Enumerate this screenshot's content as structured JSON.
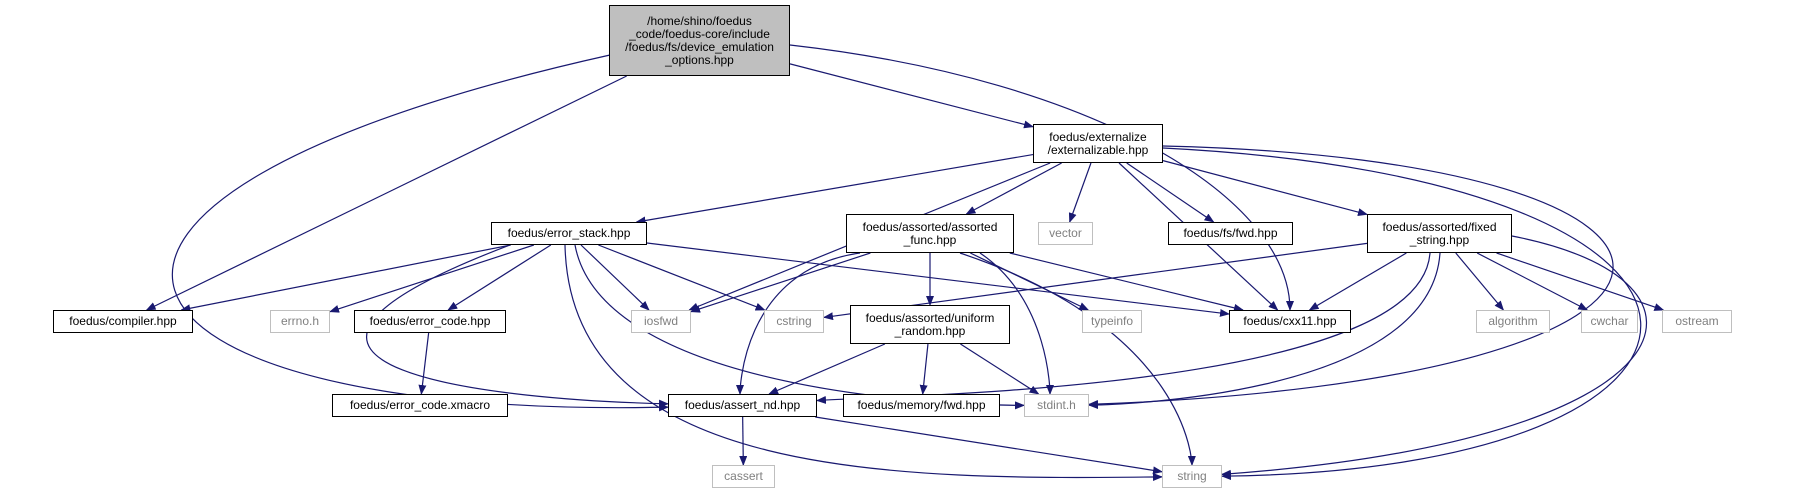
{
  "colors": {
    "edge": "#191970",
    "root_fill": "#bfbfbf",
    "system_border": "#bfbfbf",
    "system_text": "#808080"
  },
  "nodes": [
    {
      "id": "root",
      "kind": "root",
      "text": "/home/shino/foedus\n_code/foedus-core/include\n/foedus/fs/device_emulation\n_options.hpp"
    },
    {
      "id": "externalizable",
      "kind": "file",
      "text": "foedus/externalize\n/externalizable.hpp"
    },
    {
      "id": "error_stack",
      "kind": "file",
      "text": "foedus/error_stack.hpp"
    },
    {
      "id": "assorted_func",
      "kind": "file",
      "text": "foedus/assorted/assorted\n_func.hpp"
    },
    {
      "id": "vector",
      "kind": "sys",
      "text": "vector"
    },
    {
      "id": "fs_fwd",
      "kind": "file",
      "text": "foedus/fs/fwd.hpp"
    },
    {
      "id": "fixed_string",
      "kind": "file",
      "text": "foedus/assorted/fixed\n_string.hpp"
    },
    {
      "id": "compiler",
      "kind": "file",
      "text": "foedus/compiler.hpp"
    },
    {
      "id": "errno",
      "kind": "sys",
      "text": "errno.h"
    },
    {
      "id": "error_code",
      "kind": "file",
      "text": "foedus/error_code.hpp"
    },
    {
      "id": "iosfwd",
      "kind": "sys",
      "text": "iosfwd"
    },
    {
      "id": "cstring",
      "kind": "sys",
      "text": "cstring"
    },
    {
      "id": "uniform_random",
      "kind": "file",
      "text": "foedus/assorted/uniform\n_random.hpp"
    },
    {
      "id": "typeinfo",
      "kind": "sys",
      "text": "typeinfo"
    },
    {
      "id": "cxx11",
      "kind": "file",
      "text": "foedus/cxx11.hpp"
    },
    {
      "id": "algorithm",
      "kind": "sys",
      "text": "algorithm"
    },
    {
      "id": "cwchar",
      "kind": "sys",
      "text": "cwchar"
    },
    {
      "id": "ostream",
      "kind": "sys",
      "text": "ostream"
    },
    {
      "id": "error_code_xmacro",
      "kind": "file",
      "text": "foedus/error_code.xmacro"
    },
    {
      "id": "assert_nd",
      "kind": "file",
      "text": "foedus/assert_nd.hpp"
    },
    {
      "id": "memory_fwd",
      "kind": "file",
      "text": "foedus/memory/fwd.hpp"
    },
    {
      "id": "stdint",
      "kind": "sys",
      "text": "stdint.h"
    },
    {
      "id": "cassert",
      "kind": "sys",
      "text": "cassert"
    },
    {
      "id": "string",
      "kind": "sys",
      "text": "string"
    }
  ],
  "edges": [
    [
      "root",
      "externalizable"
    ],
    [
      "root",
      "compiler"
    ],
    [
      "root",
      "cxx11"
    ],
    [
      "root",
      "assert_nd"
    ],
    [
      "externalizable",
      "error_stack"
    ],
    [
      "externalizable",
      "assorted_func"
    ],
    [
      "externalizable",
      "vector"
    ],
    [
      "externalizable",
      "fs_fwd"
    ],
    [
      "externalizable",
      "fixed_string"
    ],
    [
      "externalizable",
      "iosfwd"
    ],
    [
      "externalizable",
      "cxx11"
    ],
    [
      "externalizable",
      "stdint"
    ],
    [
      "externalizable",
      "string"
    ],
    [
      "error_stack",
      "compiler"
    ],
    [
      "error_stack",
      "errno"
    ],
    [
      "error_stack",
      "error_code"
    ],
    [
      "error_stack",
      "iosfwd"
    ],
    [
      "error_stack",
      "cstring"
    ],
    [
      "error_stack",
      "cxx11"
    ],
    [
      "error_stack",
      "assert_nd"
    ],
    [
      "error_stack",
      "stdint"
    ],
    [
      "error_stack",
      "string"
    ],
    [
      "assorted_func",
      "iosfwd"
    ],
    [
      "assorted_func",
      "uniform_random"
    ],
    [
      "assorted_func",
      "typeinfo"
    ],
    [
      "assorted_func",
      "cxx11"
    ],
    [
      "assorted_func",
      "assert_nd"
    ],
    [
      "assorted_func",
      "stdint"
    ],
    [
      "assorted_func",
      "string"
    ],
    [
      "fixed_string",
      "cstring"
    ],
    [
      "fixed_string",
      "cxx11"
    ],
    [
      "fixed_string",
      "algorithm"
    ],
    [
      "fixed_string",
      "cwchar"
    ],
    [
      "fixed_string",
      "ostream"
    ],
    [
      "fixed_string",
      "assert_nd"
    ],
    [
      "fixed_string",
      "stdint"
    ],
    [
      "fixed_string",
      "string"
    ],
    [
      "error_code",
      "error_code_xmacro"
    ],
    [
      "uniform_random",
      "assert_nd"
    ],
    [
      "uniform_random",
      "memory_fwd"
    ],
    [
      "uniform_random",
      "stdint"
    ],
    [
      "assert_nd",
      "cassert"
    ],
    [
      "assert_nd",
      "string"
    ]
  ]
}
